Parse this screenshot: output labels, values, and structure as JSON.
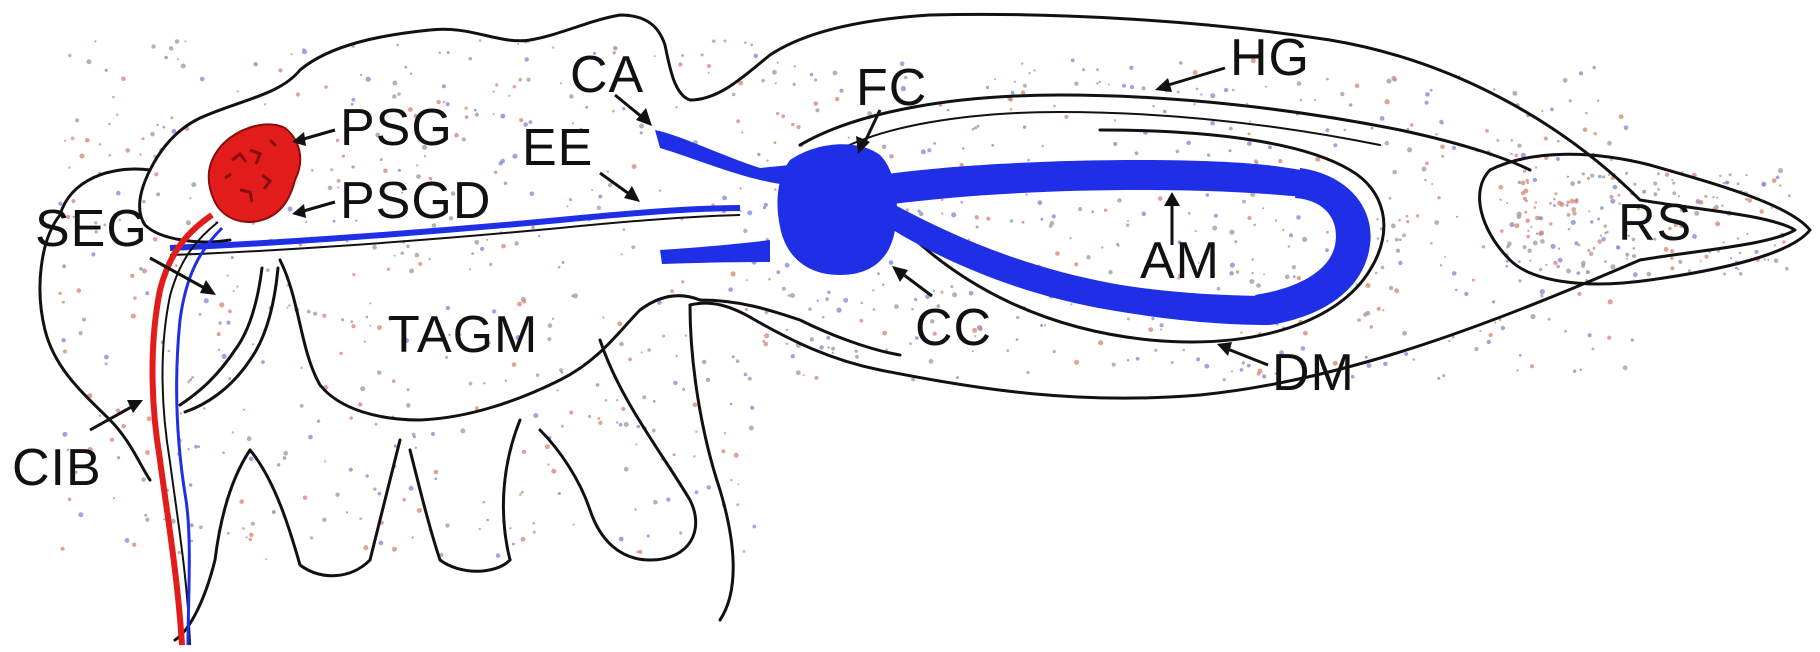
{
  "labels": {
    "ca": "CA",
    "fc": "FC",
    "hg": "HG",
    "psg": "PSG",
    "ee": "EE",
    "psgd": "PSGD",
    "seg": "SEG",
    "tagm": "TAGM",
    "am": "AM",
    "rs": "RS",
    "cc": "CC",
    "dm": "DM",
    "cib": "CIB"
  },
  "colors": {
    "gland": "#e21b1b",
    "gland_dark": "#8a0c0c",
    "nerve_blue": "#1f2fe6",
    "outline": "#111111",
    "stipple_red": "#d9826e",
    "stipple_blue": "#7f86d6",
    "stipple_grey": "#9a9a9a"
  }
}
